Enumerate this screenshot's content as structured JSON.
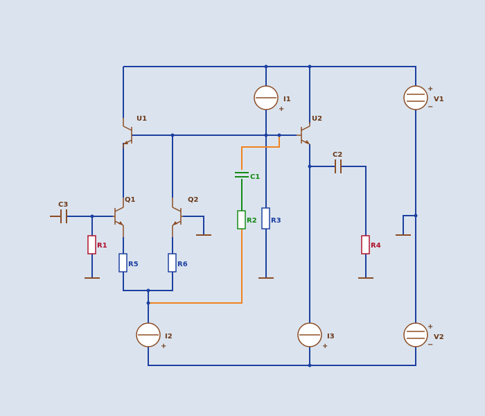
{
  "canvas": {
    "background": "#dbe4ee"
  },
  "colors": {
    "wire": "#1c3fa0",
    "wire_highlight": "#f0821e",
    "component": "#8b4b23",
    "label_default": "#6b3718",
    "label_red": "#b0102a",
    "label_blue": "#1c3fa0",
    "label_green": "#138a13",
    "plus_sign": "#6b3718"
  },
  "labels": {
    "U1": "U1",
    "U2": "U2",
    "Q1": "Q1",
    "Q2": "Q2",
    "I1": "I1",
    "I2": "I2",
    "I3": "I3",
    "V1": "V1",
    "V2": "V2",
    "C1": "C1",
    "C2": "C2",
    "C3": "C3",
    "R1": "R1",
    "R2": "R2",
    "R3": "R3",
    "R4": "R4",
    "R5": "R5",
    "R6": "R6"
  },
  "signs": {
    "plus": "+",
    "minus": "−"
  }
}
